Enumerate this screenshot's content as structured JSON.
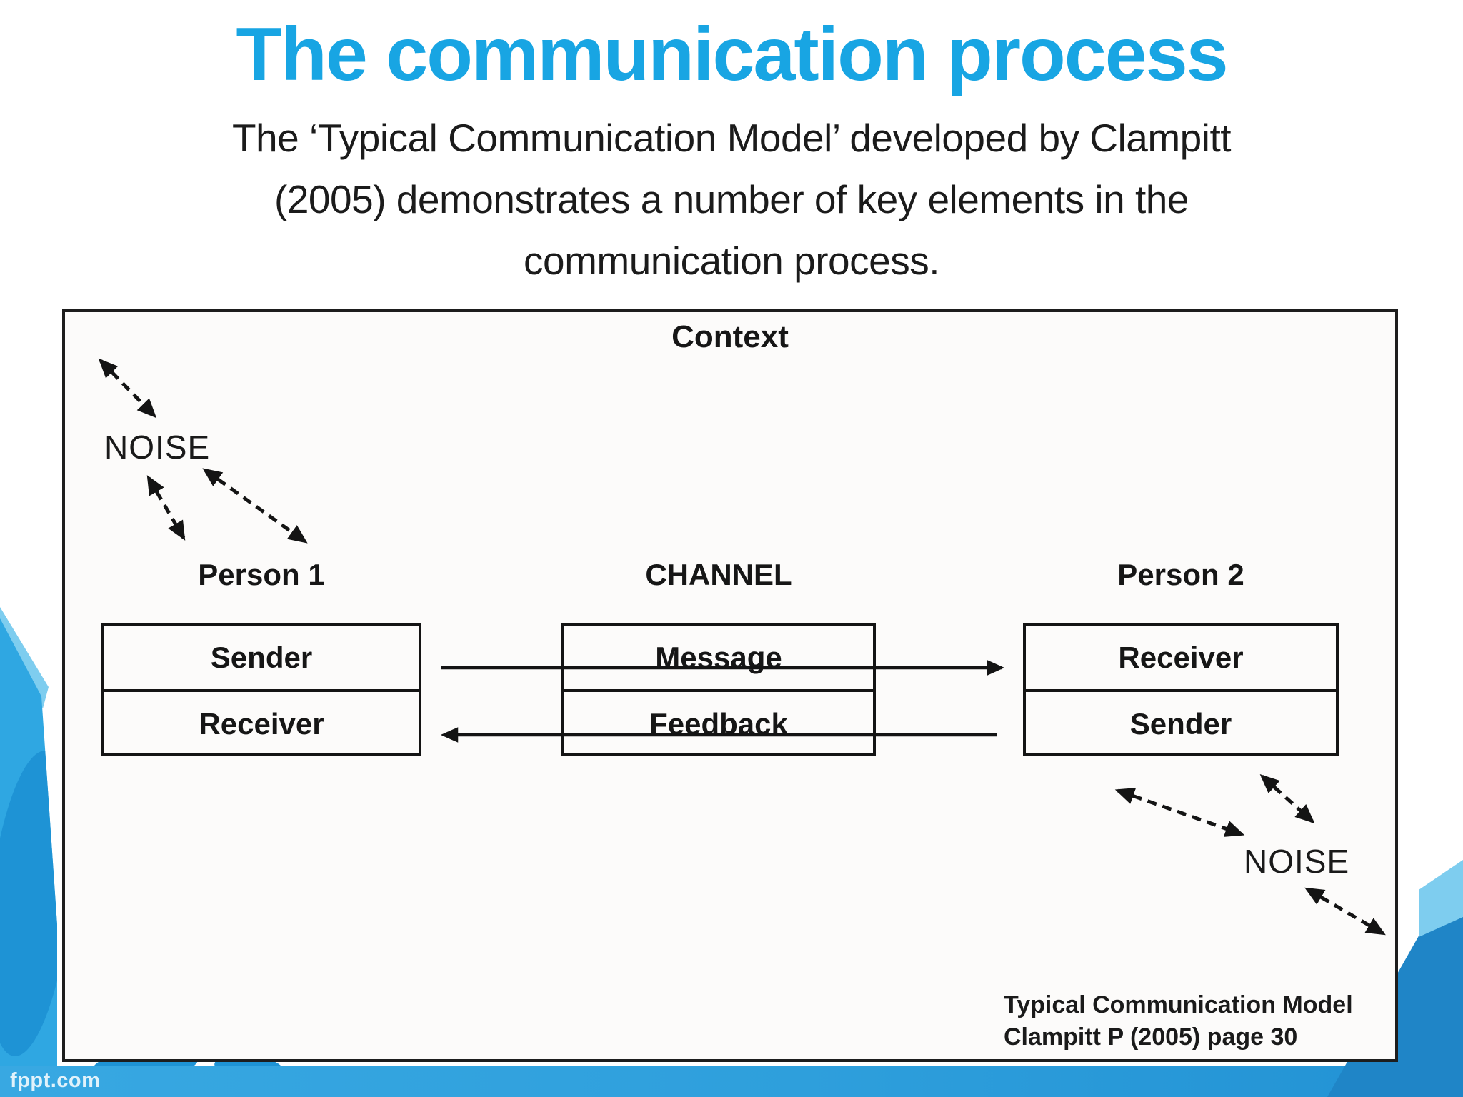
{
  "slide": {
    "title": "The communication process",
    "subtitle_lines": [
      "The ‘Typical Communication Model’ developed by Clampitt",
      "(2005) demonstrates a number of key elements in the",
      "communication process."
    ]
  },
  "figure": {
    "context_label": "Context",
    "noise_top_left": "NOISE",
    "noise_bottom_right": "NOISE",
    "person1": {
      "heading": "Person 1",
      "cells": [
        "Sender",
        "Receiver"
      ]
    },
    "channel": {
      "heading": "CHANNEL",
      "cells": [
        "Message",
        "Feedback"
      ]
    },
    "person2": {
      "heading": "Person 2",
      "cells": [
        "Receiver",
        "Sender"
      ]
    },
    "citation_lines": [
      "Typical Communication Model",
      "Clampitt P (2005) page 30"
    ]
  },
  "watermark": "fppt.com",
  "colors": {
    "title-blue": "#18A5E3",
    "ink": "#161616",
    "deco-light": "#7ECDEF",
    "deco-main": "#2FA7E2",
    "deco-medium": "#2E9FDC",
    "deco-dark": "#1F85C7",
    "deco-shadow": "#1E93D5"
  }
}
